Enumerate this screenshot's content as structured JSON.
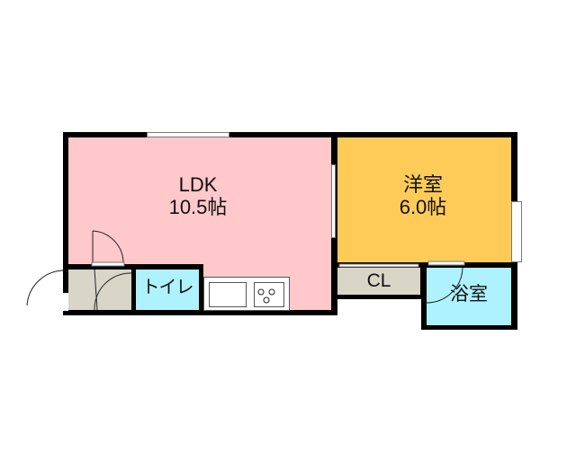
{
  "rooms": {
    "ldk": {
      "name": "LDK",
      "size": "10.5帖",
      "color": "#ffc8cb"
    },
    "western": {
      "name": "洋室",
      "size": "6.0帖",
      "color": "#fecb59"
    },
    "closet": {
      "name": "CL",
      "color": "#d9d5c7"
    },
    "bath": {
      "name": "浴室",
      "color": "#aef2fd"
    },
    "toilet": {
      "name": "トイレ",
      "color": "#aef2fd"
    },
    "entrance": {
      "color": "#d9d5c7"
    }
  },
  "colors": {
    "wall": "#000000"
  }
}
